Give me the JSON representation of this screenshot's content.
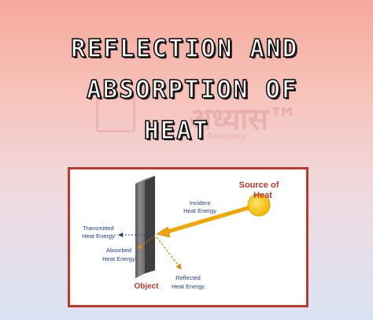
{
  "title": {
    "line1": "REFLECTION AND",
    "line2": "ABSORPTION OF",
    "line3": "HEAT"
  },
  "diagram": {
    "source_label_line1": "Source of",
    "source_label_line2": "Heat",
    "incident_label_line1": "Incident",
    "incident_label_line2": "Heat Energy",
    "transmitted_label_line1": "Transmitted",
    "transmitted_label_line2": "Heat Energy",
    "absorbed_label_line1": "Absorbed",
    "absorbed_label_line2": "Heat Energy",
    "reflected_label_line1": "Reflected",
    "reflected_label_line2": "Heat Energy",
    "object_label": "Object"
  },
  "colors": {
    "frame_border": "#c0392b",
    "sun": "#f5c518",
    "beam": "#f0a500",
    "label_blue": "#1f3f8f",
    "label_red": "#c0392b"
  }
}
